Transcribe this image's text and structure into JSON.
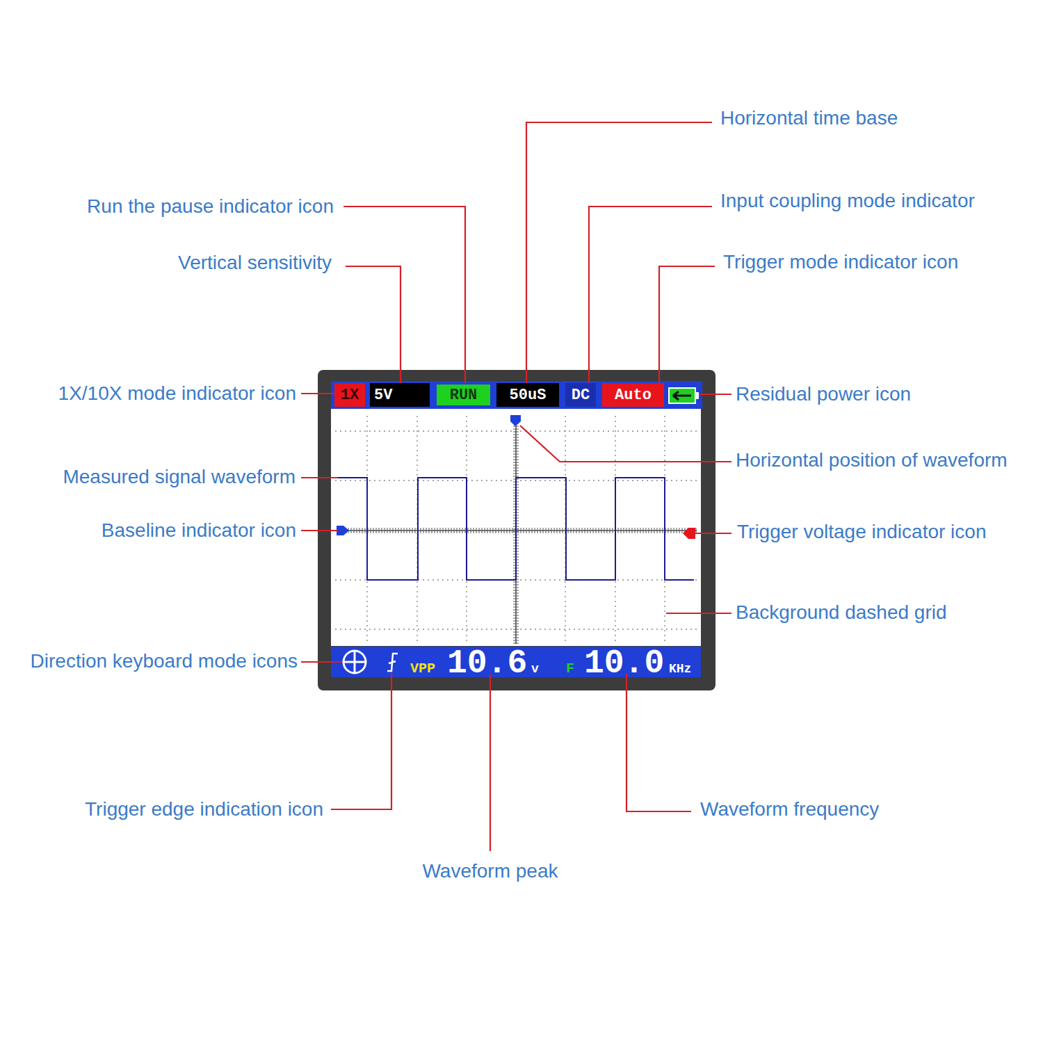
{
  "diagram": {
    "nodes": [
      {
        "text": [
          "1X"
        ]
      },
      {
        "text": [
          "5V"
        ]
      },
      {
        "text": [
          "RUN"
        ]
      },
      {
        "text": [
          "50uS"
        ]
      },
      {
        "text": [
          "DC"
        ]
      },
      {
        "text": [
          "Auto"
        ]
      }
    ],
    "labels": [
      "Horizontal time base",
      "Run the pause indicator icon",
      "Input coupling mode indicator",
      "Vertical sensitivity",
      "Trigger mode indicator icon",
      "1X/10X mode indicator icon",
      "Residual power icon",
      "Horizontal position of waveform",
      "Measured signal waveform",
      "Baseline indicator icon",
      "Trigger voltage indicator icon",
      "Background dashed grid",
      "Direction keyboard mode icons",
      "VPP",
      "10.6",
      "v",
      "F",
      "10.0",
      "KHz",
      "Trigger edge indication icon",
      "Waveform frequency",
      "Waveform peak"
    ]
  }
}
